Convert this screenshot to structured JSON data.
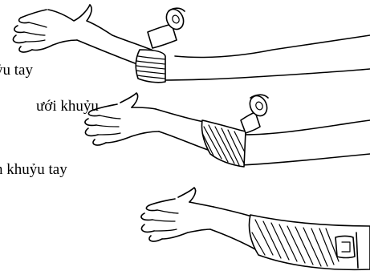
{
  "captions": [
    {
      "text": "ỷu tay"
    },
    {
      "text": "ưới khuỷu"
    },
    {
      "text": "n khuỷu tay"
    }
  ]
}
